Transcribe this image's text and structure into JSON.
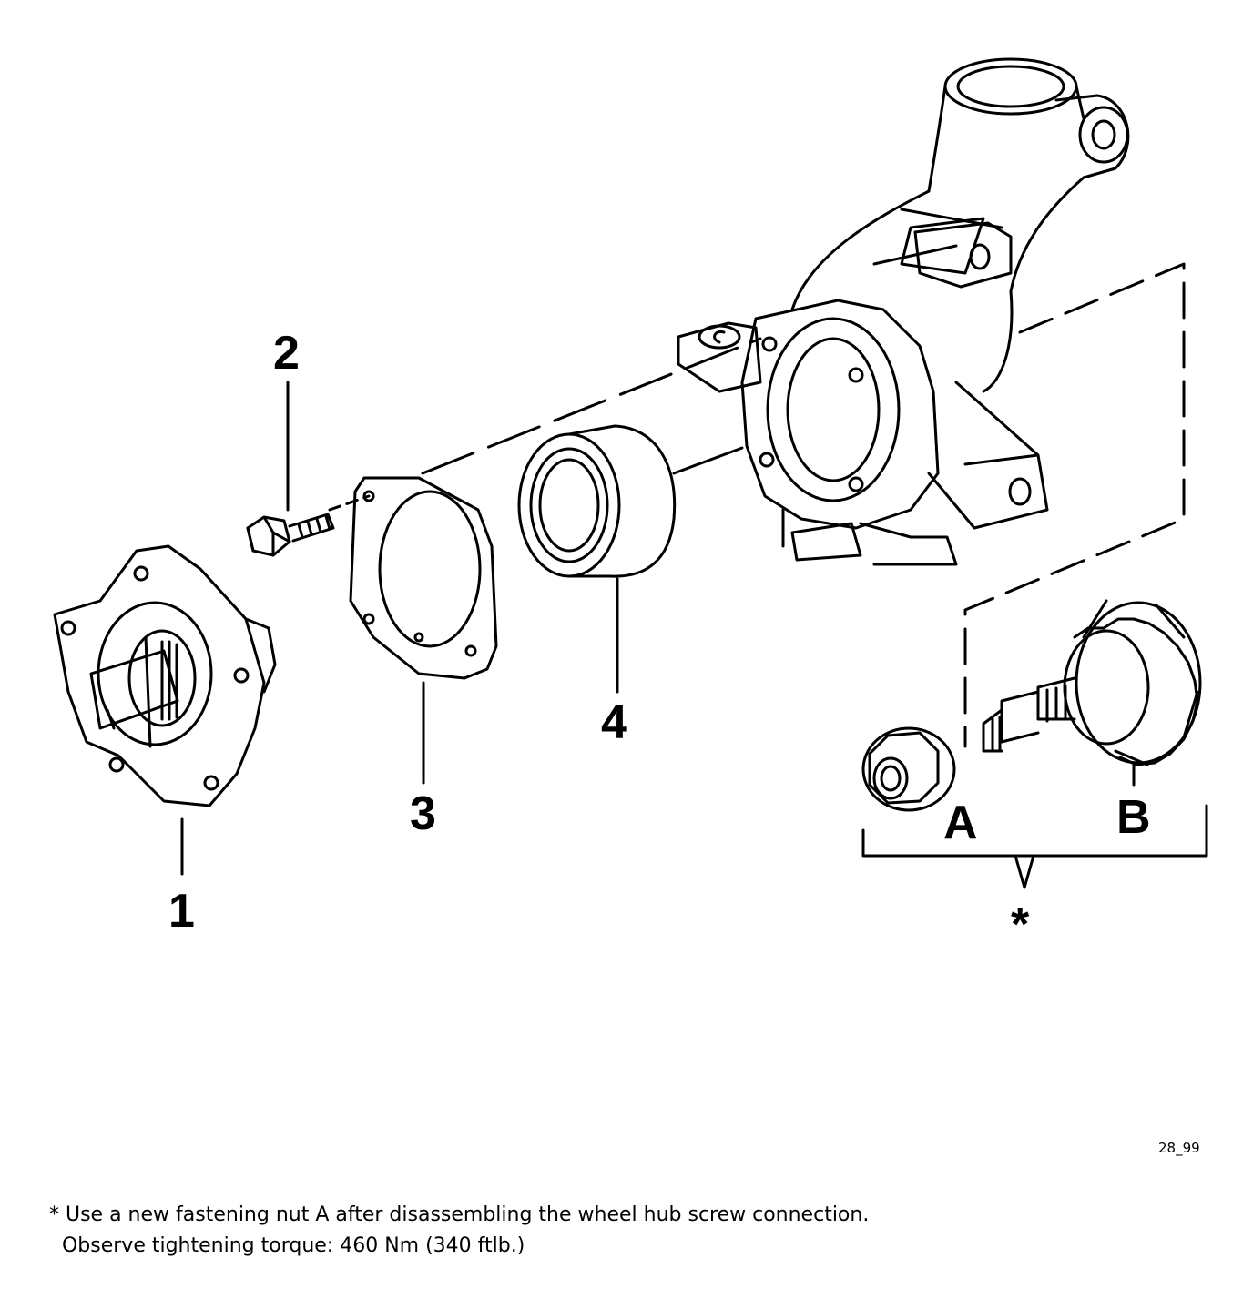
{
  "callouts": {
    "part_1": "1",
    "part_2": "2",
    "part_3": "3",
    "part_4": "4",
    "part_a": "A",
    "part_b": "B",
    "asterisk": "*"
  },
  "figure_id": "28_99",
  "footnote": {
    "line1": "* Use a new fastening nut A after disassembling the wheel hub screw connection.",
    "line2": "  Observe tightening torque: 460 Nm (340 ftlb.)"
  }
}
